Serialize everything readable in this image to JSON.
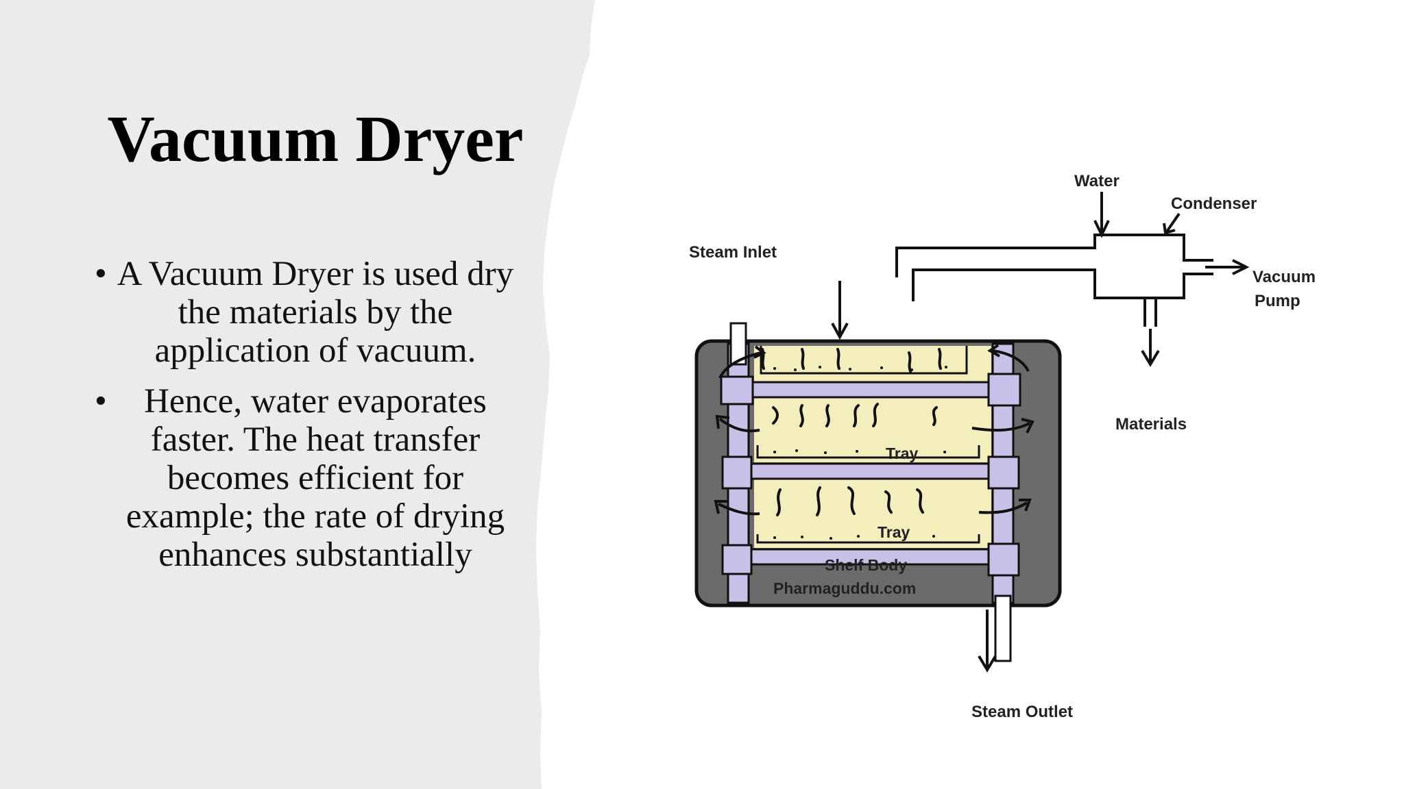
{
  "slide": {
    "title": "Vacuum Dryer",
    "bullets": [
      "A Vacuum Dryer is used dry the materials by the application of vacuum.",
      "Hence, water evaporates faster. The heat transfer becomes efficient for example; the rate of drying enhances substantially"
    ],
    "bullet_symbol": "•"
  },
  "diagram": {
    "labels": {
      "water": "Water",
      "condenser": "Condenser",
      "steam_inlet": "Steam Inlet",
      "vacuum": "Vacuum",
      "pump": "Pump",
      "materials": "Materials",
      "tray1": "Tray",
      "tray2": "Tray",
      "shelf_body": "Shelf Body",
      "watermark": "Pharmaguddu.com",
      "steam_outlet": "Steam Outlet"
    }
  },
  "colors": {
    "panel": "#ebebea",
    "chamber": "#6b6b6b",
    "shelf": "#c8c0e6",
    "tray_fill": "#f3eebc"
  }
}
